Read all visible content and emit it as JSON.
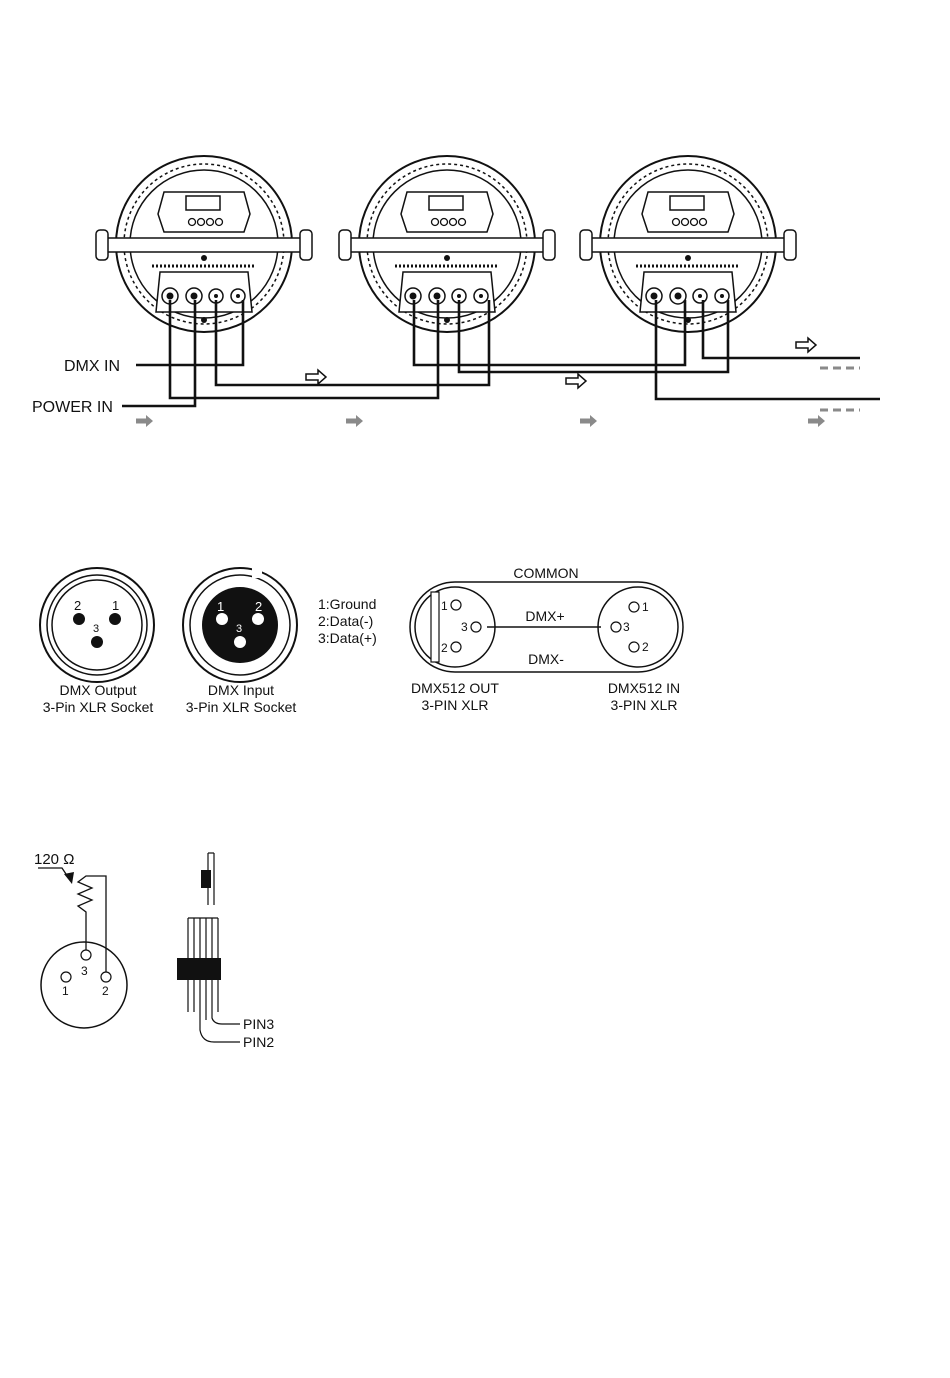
{
  "daisy_chain": {
    "dmx_in_label": "DMX IN",
    "power_in_label": "POWER IN"
  },
  "connectors": {
    "output": {
      "title_line1": "DMX Output",
      "title_line2": "3-Pin XLR Socket",
      "pins": [
        "2",
        "1",
        "3"
      ]
    },
    "input": {
      "title_line1": "DMX Input",
      "title_line2": "3-Pin XLR Socket",
      "pins": [
        "1",
        "2",
        "3"
      ]
    },
    "pin_legend": [
      "1:Ground",
      "2:Data(-)",
      "3:Data(+)"
    ]
  },
  "cable": {
    "common_label": "COMMON",
    "dmx_plus_label": "DMX+",
    "dmx_minus_label": "DMX-",
    "out_pins": [
      "1",
      "3",
      "2"
    ],
    "in_pins": [
      "1",
      "3",
      "2"
    ],
    "out_line1": "DMX512 OUT",
    "out_line2": "3-PIN XLR",
    "in_line1": "DMX512 IN",
    "in_line2": "3-PIN XLR"
  },
  "terminator": {
    "resistor_label": "120 Ω",
    "pins": [
      "3",
      "1",
      "2"
    ],
    "pin3_label": "PIN3",
    "pin2_label": "PIN2"
  }
}
